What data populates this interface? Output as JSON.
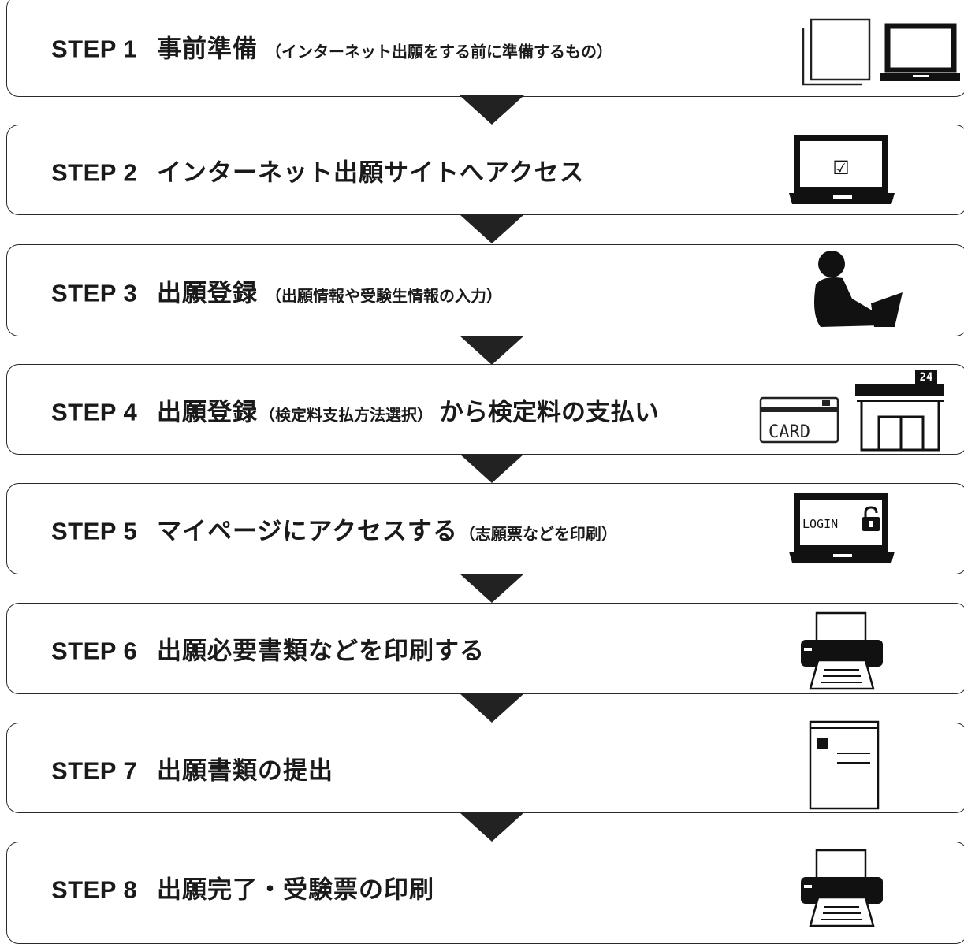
{
  "steps": [
    {
      "num": "STEP 1",
      "title": "事前準備",
      "note": "（インターネット出願をする前に準備するもの）",
      "tail": "",
      "icon": "documents-laptop-icon"
    },
    {
      "num": "STEP 2",
      "title": "インターネット出願サイトへアクセス",
      "note": "",
      "tail": "",
      "icon": "laptop-checkbox-icon"
    },
    {
      "num": "STEP 3",
      "title": "出願登録",
      "note": "（出願情報や受験生情報の入力）",
      "tail": "",
      "icon": "person-laptop-icon"
    },
    {
      "num": "STEP 4",
      "title": "出願登録",
      "note": "（検定料支払方法選択）",
      "tail": "から検定料の支払い",
      "icon": "card-store-icon"
    },
    {
      "num": "STEP 5",
      "title": "マイページにアクセスする",
      "note": "（志願票などを印刷）",
      "tail": "",
      "icon": "laptop-login-icon"
    },
    {
      "num": "STEP 6",
      "title": "出願必要書類などを印刷する",
      "note": "",
      "tail": "",
      "icon": "printer-icon"
    },
    {
      "num": "STEP 7",
      "title": "出願書類の提出",
      "note": "",
      "tail": "",
      "icon": "document-icon"
    },
    {
      "num": "STEP 8",
      "title": "出願完了・受験票の印刷",
      "note": "",
      "tail": "",
      "icon": "printer-icon"
    }
  ],
  "icons": {
    "card_label": "CARD",
    "store_hours": "24",
    "login_label": "LOGIN",
    "check_mark": "☑"
  }
}
